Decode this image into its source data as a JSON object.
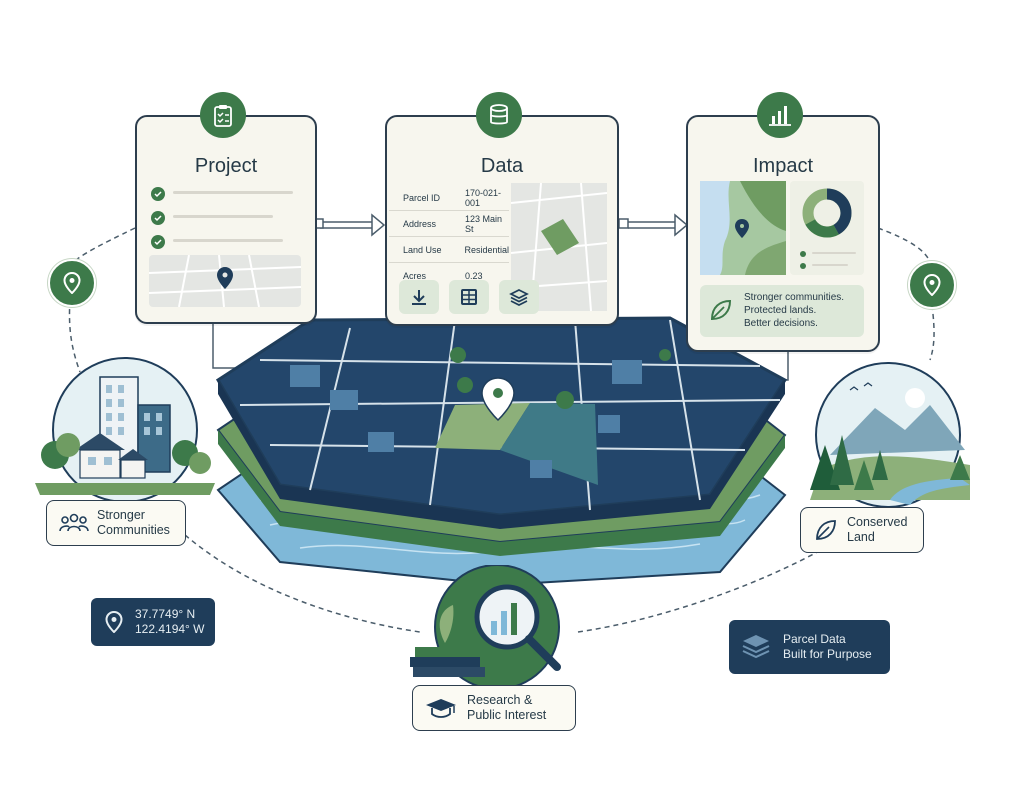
{
  "colors": {
    "dark_navy": "#1f3d5a",
    "brand_green": "#3d7a4a",
    "light_green": "#8db07a",
    "water_blue": "#7fb8d8",
    "card_bg": "#f7f6ee"
  },
  "cards": {
    "project": {
      "title": "Project",
      "icon": "clipboard-check-icon"
    },
    "data": {
      "title": "Data",
      "icon": "database-icon",
      "fields": [
        {
          "key": "Parcel ID",
          "value": "170-021-001"
        },
        {
          "key": "Address",
          "value": "123 Main St"
        },
        {
          "key": "Land Use",
          "value": "Residential"
        },
        {
          "key": "Acres",
          "value": "0.23"
        }
      ],
      "tools": [
        "download-icon",
        "table-icon",
        "layers-icon"
      ]
    },
    "impact": {
      "title": "Impact",
      "icon": "bar-chart-icon",
      "summary_lines": [
        "Stronger communities.",
        "Protected lands.",
        "Better decisions."
      ]
    }
  },
  "labels": {
    "communities": {
      "line1": "Stronger",
      "line2": "Communities",
      "icon": "people-icon"
    },
    "conserved": {
      "line1": "Conserved",
      "line2": "Land",
      "icon": "leaf-icon"
    },
    "research": {
      "line1": "Research &",
      "line2": "Public Interest",
      "icon": "graduation-cap-icon"
    }
  },
  "coordinates": {
    "lat": "37.7749° N",
    "lon": "122.4194° W",
    "icon": "map-pin-icon"
  },
  "parcel_badge": {
    "line1": "Parcel Data",
    "line2": "Built for Purpose",
    "icon": "layers-icon"
  }
}
